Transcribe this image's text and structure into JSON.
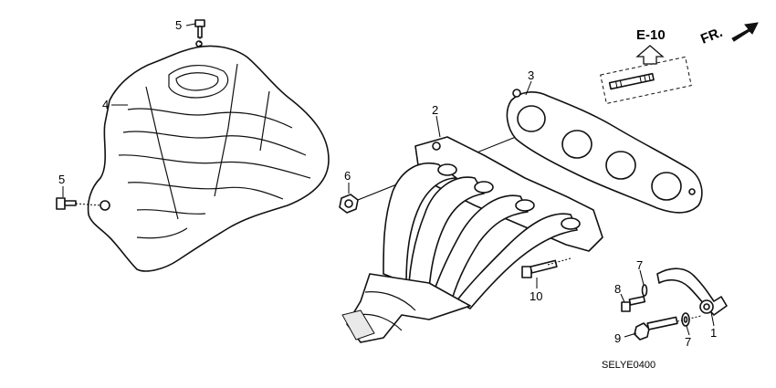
{
  "diagram": {
    "direction_label": "FR.",
    "section_ref": "E-10",
    "drawing_code": "SELYE0400"
  },
  "callouts": {
    "c1": "1",
    "c2": "2",
    "c3": "3",
    "c4": "4",
    "c5a": "5",
    "c5b": "5",
    "c6": "6",
    "c7a": "7",
    "c7b": "7",
    "c8": "8",
    "c9": "9",
    "c10": "10"
  }
}
